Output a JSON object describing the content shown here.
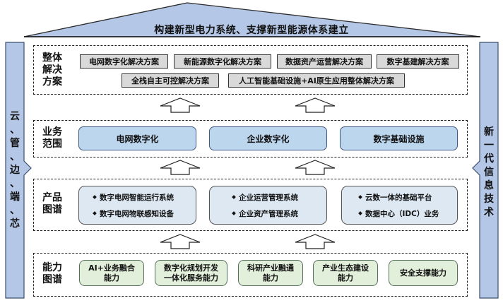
{
  "roof": {
    "title": "构建新型电力系统、支撑新型能源体系建立"
  },
  "left_pillar": {
    "chars": [
      "云",
      "、",
      "管",
      "、",
      "边",
      "、",
      "端",
      "、",
      "芯"
    ]
  },
  "right_pillar": {
    "chars": [
      "新",
      "一",
      "代",
      "信",
      "息",
      "技",
      "术"
    ]
  },
  "solutions": {
    "label_lines": [
      "整体",
      "解决",
      "方案"
    ],
    "row1": [
      "电网数字化解决方案",
      "新能源数字化解决方案",
      "数据资产运营解决方案",
      "数字基建解决方案"
    ],
    "row2": [
      "全栈自主可控解决方案",
      "人工智能基础设施+AI原生应用整体解决方案"
    ]
  },
  "business": {
    "label_lines": [
      "业务",
      "范围"
    ],
    "items": [
      "电网数字化",
      "企业数字化",
      "数字基础设施"
    ]
  },
  "products": {
    "label_lines": [
      "产品",
      "图谱"
    ],
    "groups": [
      {
        "items": [
          "数字电网智能运行系统",
          "数字电网物联感知设备"
        ]
      },
      {
        "items": [
          "企业运营管理系统",
          "企业资产管理系统"
        ]
      },
      {
        "items": [
          "云数一体的基础平台",
          "数据中心（IDC）业务"
        ]
      }
    ]
  },
  "capabilities": {
    "label_lines": [
      "能力",
      "图谱"
    ],
    "items": [
      {
        "lines": [
          "AI+业务融合",
          "能力"
        ]
      },
      {
        "lines": [
          "数字化规划开发",
          "一体化服务能力"
        ]
      },
      {
        "lines": [
          "科研产业融通",
          "能力"
        ]
      },
      {
        "lines": [
          "产业生态建设",
          "能力"
        ]
      },
      {
        "lines": [
          "安全支撑能力"
        ]
      }
    ]
  },
  "colors": {
    "roof_fill": "#b4c7e7",
    "pillar_fill": "#b4c7e7",
    "business_fill": "#bcd6ee",
    "product_fill": "#dde8f3",
    "capability_fill": "#e2efda",
    "solution_fill": "#d9d9d9"
  }
}
